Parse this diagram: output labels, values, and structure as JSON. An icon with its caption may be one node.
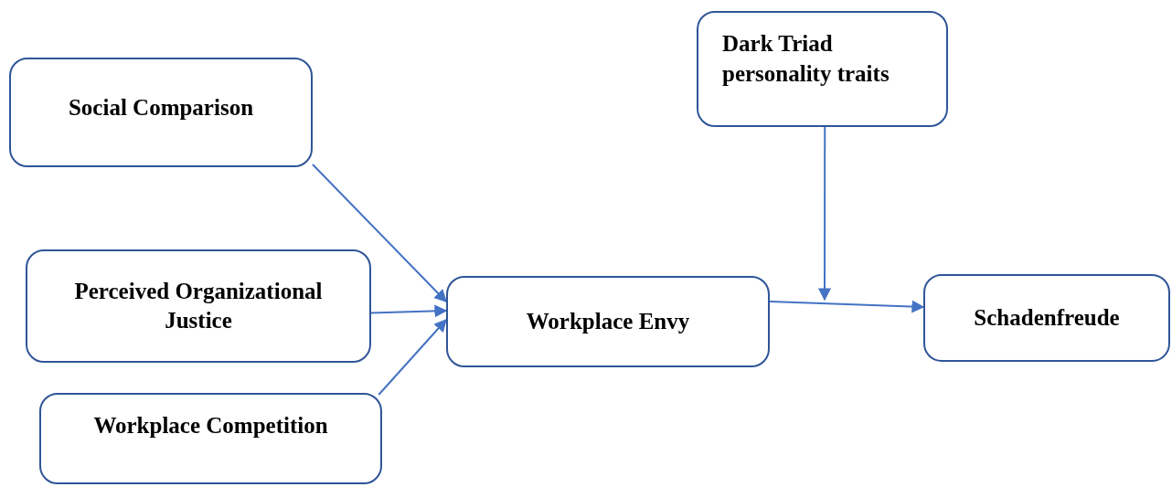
{
  "diagram": {
    "nodes": [
      {
        "text": [
          "Social Comparison"
        ]
      },
      {
        "text": [
          "Perceived Organizational Justice"
        ]
      },
      {
        "text": [
          "Workplace Competition"
        ]
      },
      {
        "text": [
          "Workplace Envy"
        ]
      },
      {
        "text": [
          "Dark Triad personality traits"
        ]
      },
      {
        "text": [
          "Schadenfreude"
        ]
      }
    ],
    "edges": [
      {
        "from": 0,
        "to": 3,
        "arrow": "to"
      },
      {
        "from": 1,
        "to": 3,
        "arrow": "to"
      },
      {
        "from": 2,
        "to": 3,
        "arrow": "to"
      },
      {
        "from": 3,
        "to": 5,
        "arrow": "to"
      },
      {
        "from": 4,
        "to": null,
        "arrow": "to"
      }
    ]
  }
}
